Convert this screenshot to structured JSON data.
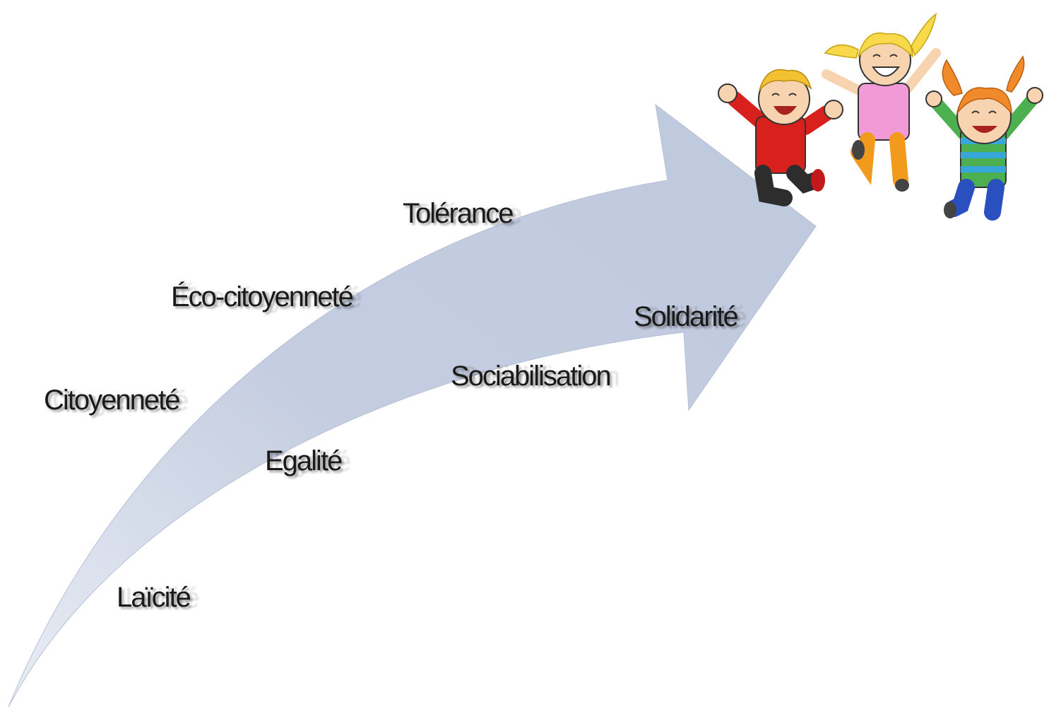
{
  "diagram": {
    "arrow_color": "#c5cfe2",
    "text_color": "#1a1a1a",
    "labels": {
      "laicite": "Laïcité",
      "egalite": "Egalité",
      "citoyennete": "Citoyenneté",
      "eco_citoyennete": "Éco-citoyenneté",
      "tolerance": "Tolérance",
      "sociabilisation": "Sociabilisation",
      "solidarite": "Solidarité"
    },
    "illustration": {
      "description_icon": "jumping-children-icon",
      "children": [
        {
          "shirt": "#d8201c",
          "pants": "#2d2d2d",
          "hair": "#f2c233"
        },
        {
          "shirt": "#f19ad6",
          "pants": "#f29a1c",
          "hair": "#f7d94a"
        },
        {
          "shirt": "#4cb050",
          "stripe": "#36a7d8",
          "pants": "#2a4fbf",
          "hair": "#f08a2a"
        }
      ]
    }
  }
}
